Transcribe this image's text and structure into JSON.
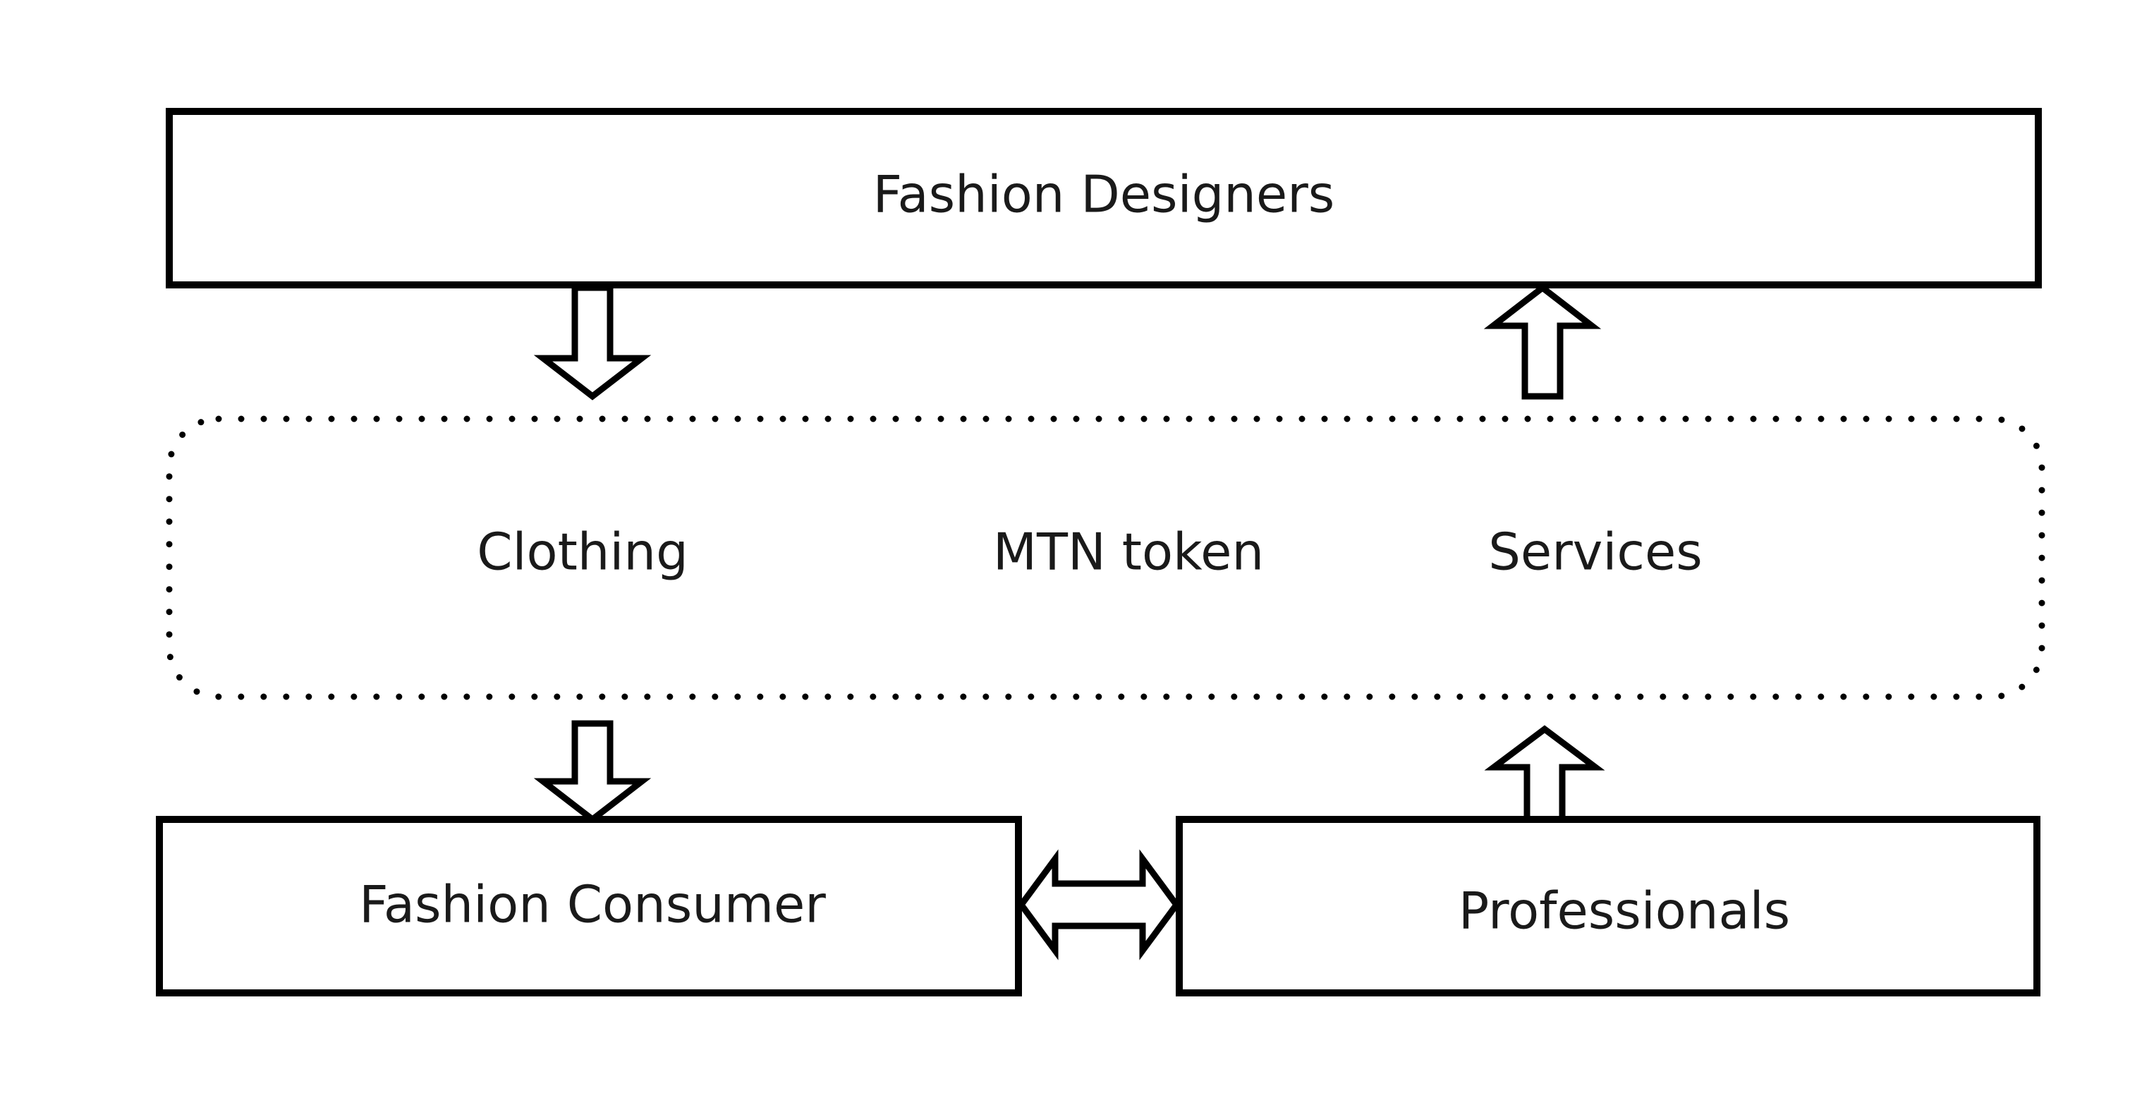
{
  "nodes": {
    "fashion_designers": "Fashion Designers",
    "fashion_consumer": "Fashion Consumer",
    "professionals": "Professionals"
  },
  "platform": {
    "clothing": "Clothing",
    "token": "MTN token",
    "services": "Services"
  },
  "colors": {
    "stroke": "#000000",
    "fill": "#ffffff",
    "text": "#1a1a1a"
  },
  "icons": {
    "down_arrow": "down-arrow-icon",
    "up_arrow": "up-arrow-icon",
    "double_arrow": "double-arrow-icon"
  }
}
